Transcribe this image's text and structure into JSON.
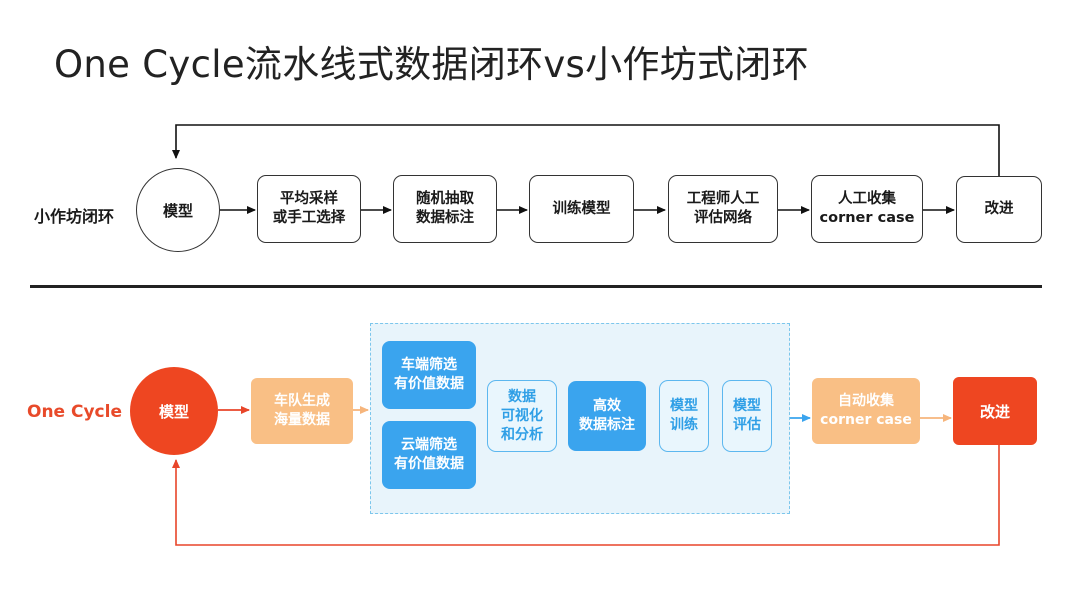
{
  "title": "One Cycle流水线式数据闭环vs小作坊式闭环",
  "top": {
    "label": "小作坊闭环",
    "nodes": {
      "model": "模型",
      "sample": "平均采样\n或手工选择",
      "extract": "随机抽取\n数据标注",
      "train": "训练模型",
      "eval": "工程师人工\n评估网络",
      "collect": "人工收集\ncorner case",
      "improve": "改进"
    }
  },
  "bottom": {
    "label": "One Cycle",
    "nodes": {
      "model": "模型",
      "fleet": "车队生成\n海量数据",
      "vehicle_filter": "车端筛选\n有价值数据",
      "cloud_filter": "云端筛选\n有价值数据",
      "visualize": "数据\n可视化\n和分析",
      "annotate": "高效\n数据标注",
      "train": "模型\n训练",
      "eval": "模型\n评估",
      "collect": "自动收集\ncorner case",
      "improve": "改进"
    }
  },
  "colors": {
    "accent_red": "#ee4621",
    "accent_blue": "#3aa4ee",
    "accent_tan": "#f9bf85",
    "panel_bg": "#e8f4fb"
  }
}
